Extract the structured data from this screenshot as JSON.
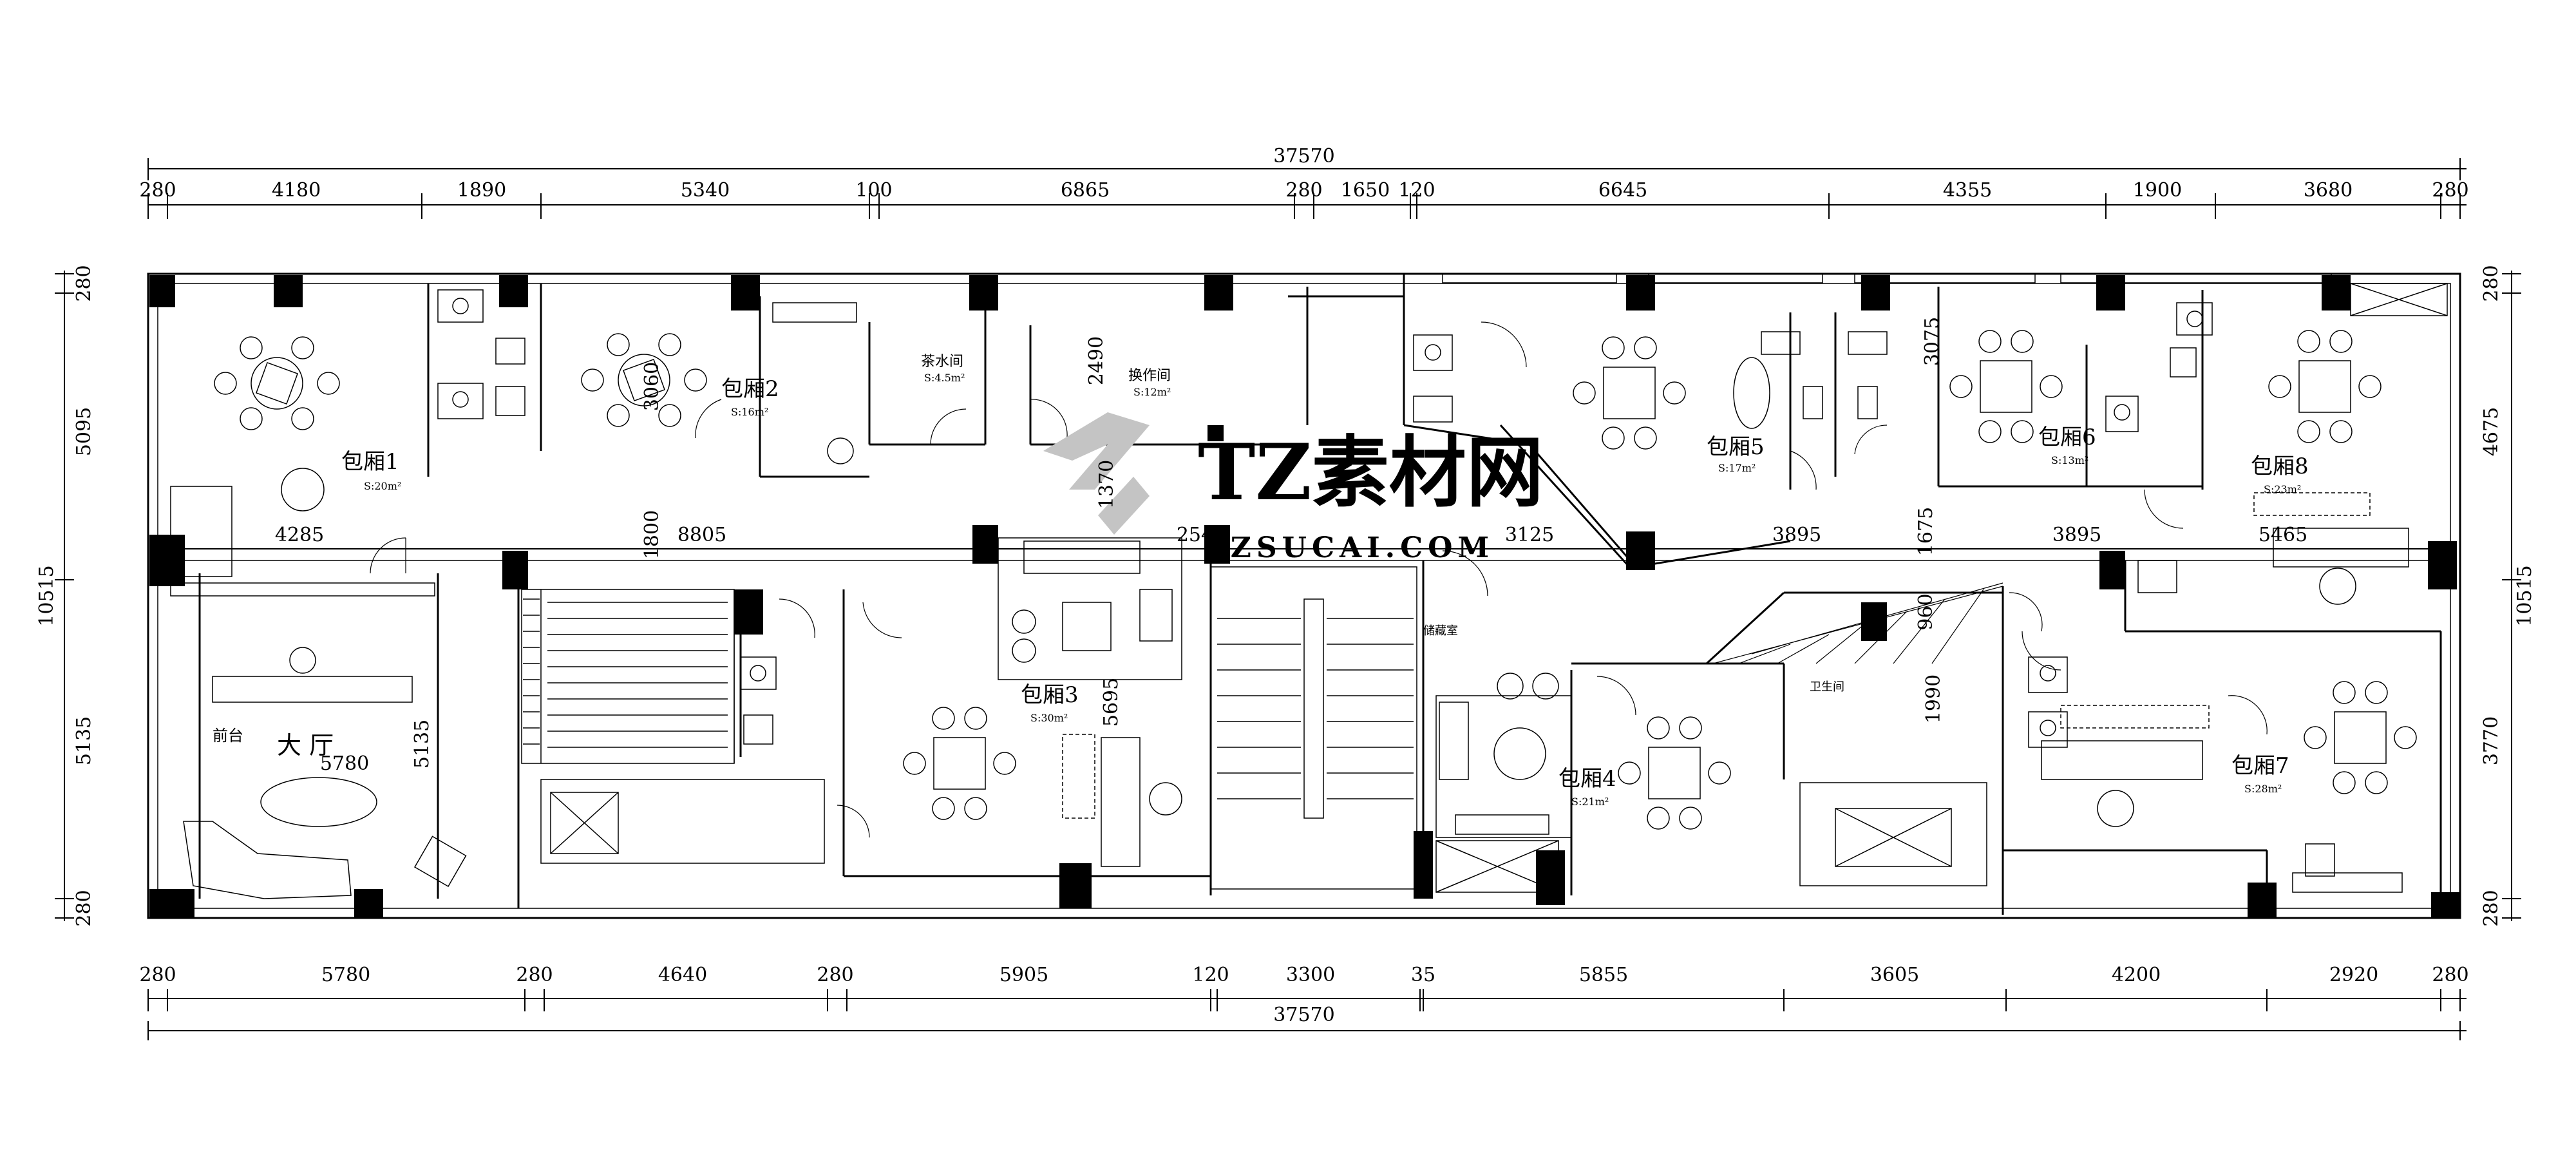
{
  "title": "",
  "overall": {
    "top": "37570",
    "bottom": "37570",
    "left": "10515",
    "right": "10515"
  },
  "top_dims": [
    "280",
    "4180",
    "1890",
    "5340",
    "100",
    "6865",
    "280",
    "1650",
    "120",
    "6645",
    "4355",
    "1900",
    "3680",
    "280"
  ],
  "bottom_dims": [
    "280",
    "5780",
    "280",
    "4640",
    "280",
    "5905",
    "120",
    "3300",
    "35",
    "5855",
    "3605",
    "4200",
    "2920",
    "280"
  ],
  "left_dims": [
    "280",
    "5095",
    "5135",
    "280"
  ],
  "right_dims": [
    "280",
    "4675",
    "3770",
    "280"
  ],
  "inner_dims": {
    "d4285": "4285",
    "d1800": "1800",
    "d8805": "8805",
    "d2540": "2540",
    "d3125": "3125",
    "d3895a": "3895",
    "d1675": "1675",
    "d3895b": "3895",
    "d5465": "5465",
    "d3060": "3060",
    "d2490": "2490",
    "d1370": "1370",
    "d3075": "3075",
    "d5780": "5780",
    "d5135": "5135",
    "d5695": "5695",
    "d960": "960",
    "d1990": "1990"
  },
  "rooms": {
    "r1": {
      "name": "包厢1",
      "area": "S:20m²"
    },
    "r2": {
      "name": "包厢2",
      "area": "S:16m²"
    },
    "r3": {
      "name": "包厢3",
      "area": "S:30m²"
    },
    "r4": {
      "name": "包厢4",
      "area": "S:21m²"
    },
    "r5": {
      "name": "包厢5",
      "area": "S:17m²"
    },
    "r6": {
      "name": "包厢6",
      "area": "S:13m²"
    },
    "r7": {
      "name": "包厢7",
      "area": "S:28m²"
    },
    "r8": {
      "name": "包厢8",
      "area": "S:23m²"
    },
    "tea": {
      "name": "茶水间",
      "area": "S:4.5m²"
    },
    "changing": {
      "name": "换作间",
      "area": "S:12m²"
    },
    "hall": {
      "name": "大 厅"
    },
    "reception": {
      "name": "前台"
    },
    "storage": {
      "name": "储藏室"
    },
    "wc": {
      "name": "卫生间"
    }
  },
  "watermark": {
    "brand": "TZ素材网",
    "url": "TZSUCAI.COM"
  },
  "colors": {
    "line": "#000000",
    "watermark": "#b8b8b8",
    "background": "#ffffff"
  }
}
